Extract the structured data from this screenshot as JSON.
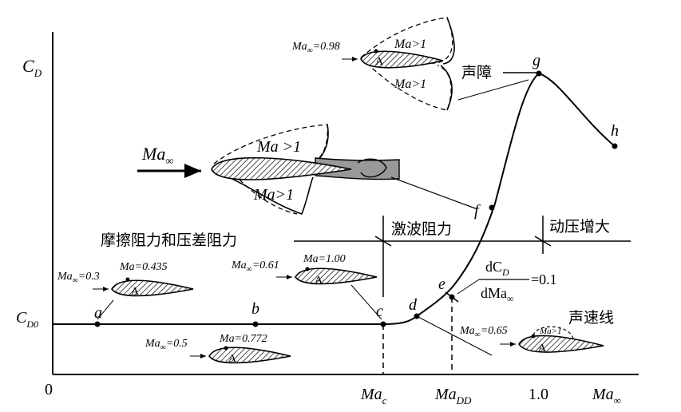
{
  "axes": {
    "y_label": "C",
    "y_label_sub": "D",
    "origin": "0",
    "cd0_label": "C",
    "cd0_sub": "D0",
    "x_ticks": [
      {
        "main": "Ma",
        "sub": "c"
      },
      {
        "main": "Ma",
        "sub": "DD"
      },
      {
        "main": "1.0",
        "sub": ""
      },
      {
        "main": "Ma",
        "sub": "∞"
      }
    ]
  },
  "points": [
    "a",
    "b",
    "c",
    "d",
    "e",
    "f",
    "g",
    "h"
  ],
  "regions": {
    "friction": "摩擦阻力和压差阻力",
    "wave": "激波阻力",
    "dynamic": "动压增大"
  },
  "annotations": {
    "sound_barrier": "声障",
    "sonic_line": "声速线",
    "dcd_num": "dC",
    "dcd_num_sub": "D",
    "dcd_den": "dMa",
    "dcd_den_sub": "∞",
    "dcd_value": "=0.1"
  },
  "airfoil_labels": {
    "a": {
      "free": "Ma",
      "free_sub": "∞",
      "free_val": "=0.3",
      "local": "Ma",
      "local_val": "=0.435"
    },
    "b": {
      "free": "Ma",
      "free_sub": "∞",
      "free_val": "=0.5",
      "local": "Ma",
      "local_val": "=0.772"
    },
    "c": {
      "free": "Ma",
      "free_sub": "∞",
      "free_val": "=0.61",
      "local": "Ma",
      "local_val": "=1.00"
    },
    "e": {
      "free": "Ma",
      "free_sub": "∞",
      "free_val": "=0.65",
      "local": "Ma",
      "local_val": ">1"
    },
    "top": {
      "free": "Ma",
      "free_sub": "∞",
      "free_val": "=0.98",
      "upper": "Ma",
      "upper_val": ">1",
      "lower": "Ma",
      "lower_val": ">1"
    },
    "big": {
      "free": "Ma",
      "free_sub": "∞",
      "upper": "Ma",
      "upper_val": " >1",
      "lower": "Ma",
      "lower_val": ">1"
    },
    "A": "A"
  }
}
